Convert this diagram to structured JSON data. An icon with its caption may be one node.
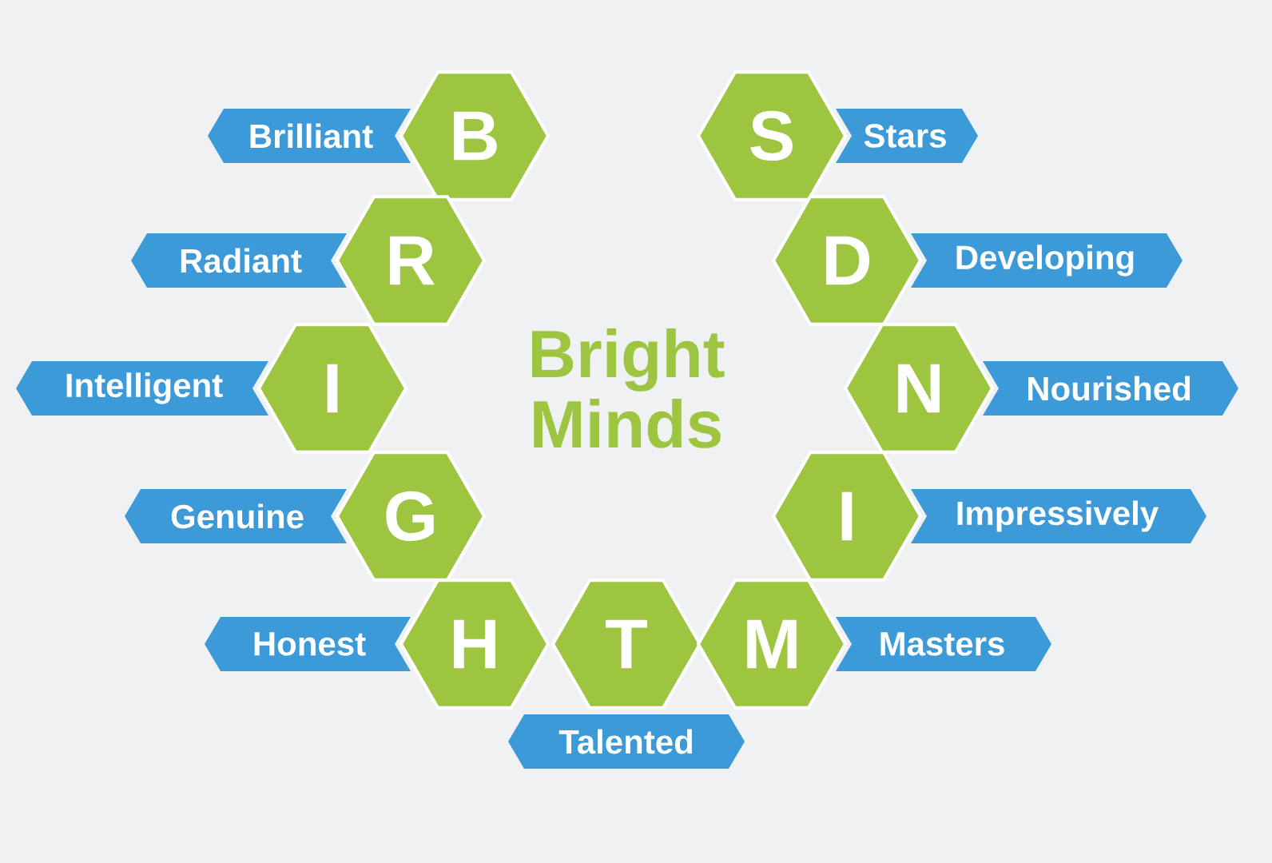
{
  "diagram": {
    "title": "Bright Minds",
    "nodes": [
      {
        "text": [
          "B"
        ]
      },
      {
        "text": [
          "Brilliant"
        ]
      },
      {
        "text": [
          "R"
        ]
      },
      {
        "text": [
          "Radiant"
        ]
      },
      {
        "text": [
          "I"
        ]
      },
      {
        "text": [
          "Intelligent"
        ]
      },
      {
        "text": [
          "G"
        ]
      },
      {
        "text": [
          "Genuine"
        ]
      },
      {
        "text": [
          "H"
        ]
      },
      {
        "text": [
          "Honest"
        ]
      },
      {
        "text": [
          "T"
        ]
      },
      {
        "text": [
          "Talented"
        ]
      },
      {
        "text": [
          "S"
        ]
      },
      {
        "text": [
          "Stars"
        ]
      },
      {
        "text": [
          "D"
        ]
      },
      {
        "text": [
          "Developing"
        ]
      },
      {
        "text": [
          "N"
        ]
      },
      {
        "text": [
          "Nourished"
        ]
      },
      {
        "text": [
          "I"
        ]
      },
      {
        "text": [
          "Impressively"
        ]
      },
      {
        "text": [
          "M"
        ]
      },
      {
        "text": [
          "Masters"
        ]
      }
    ]
  }
}
